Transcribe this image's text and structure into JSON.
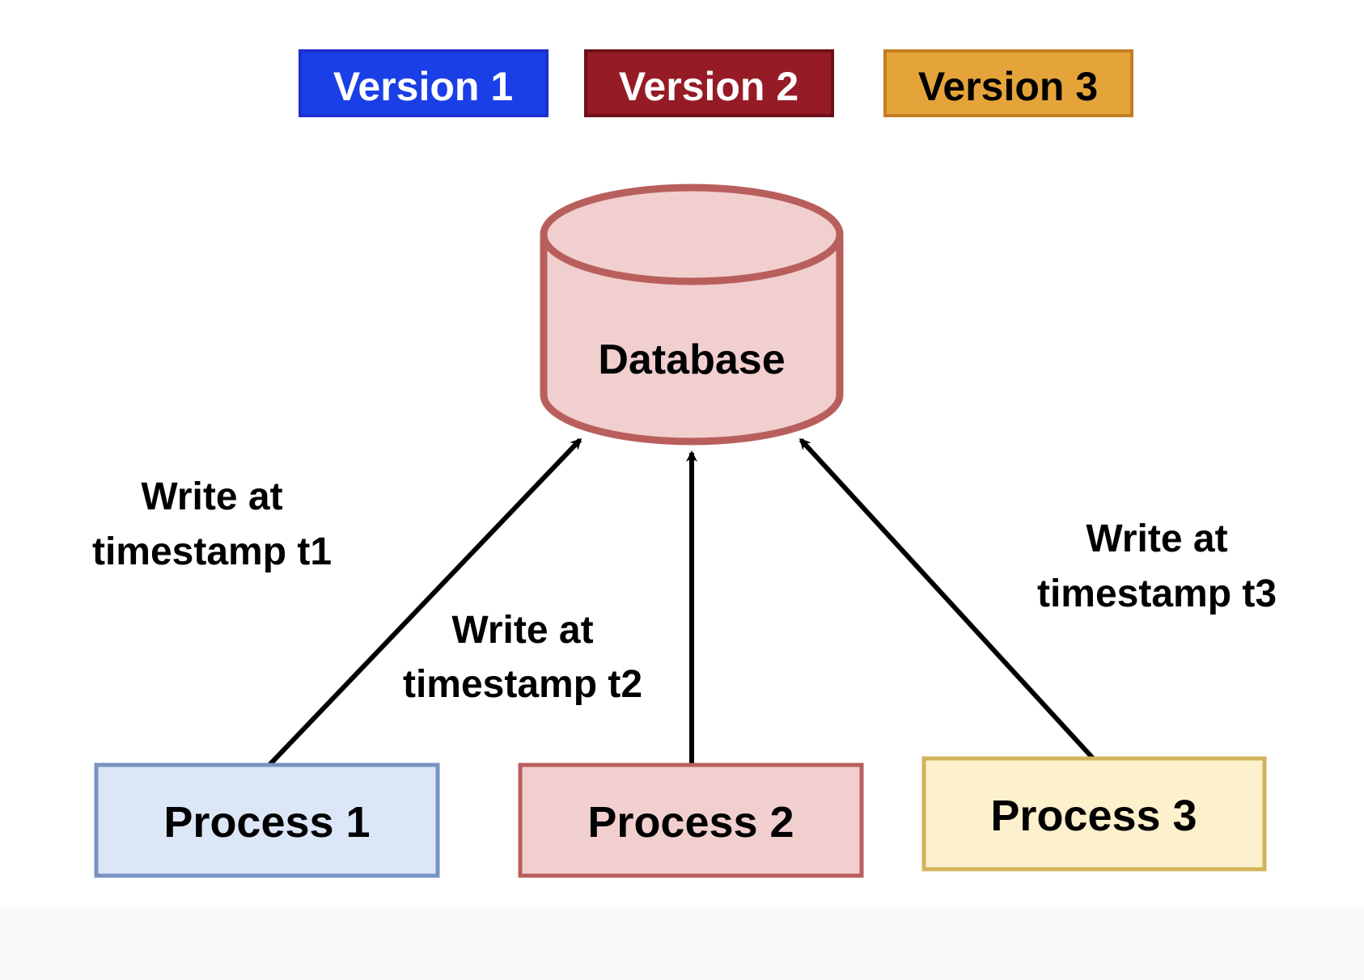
{
  "legend": [
    {
      "label": "Version 1",
      "fill": "#1a3fe6",
      "stroke": "#1f2fd0",
      "text_color": "#ffffff"
    },
    {
      "label": "Version 2",
      "fill": "#951b26",
      "stroke": "#6e1018",
      "text_color": "#ffffff"
    },
    {
      "label": "Version 3",
      "fill": "#e5a43a",
      "stroke": "#c47f22",
      "text_color": "#000000"
    }
  ],
  "database": {
    "label": "Database",
    "fill": "#f2cfcf",
    "stroke": "#b85f5d"
  },
  "processes": [
    {
      "label": "Process 1",
      "fill": "#dbe6f7",
      "stroke": "#7893c2"
    },
    {
      "label": "Process 2",
      "fill": "#f2cfcf",
      "stroke": "#b85f5d"
    },
    {
      "label": "Process 3",
      "fill": "#fdf0cc",
      "stroke": "#d3b35a"
    }
  ],
  "edge_labels": [
    {
      "line1": "Write at",
      "line2": "timestamp t1"
    },
    {
      "line1": "Write at",
      "line2": "timestamp t2"
    },
    {
      "line1": "Write at",
      "line2": "timestamp t3"
    }
  ],
  "arrow_color": "#000000"
}
